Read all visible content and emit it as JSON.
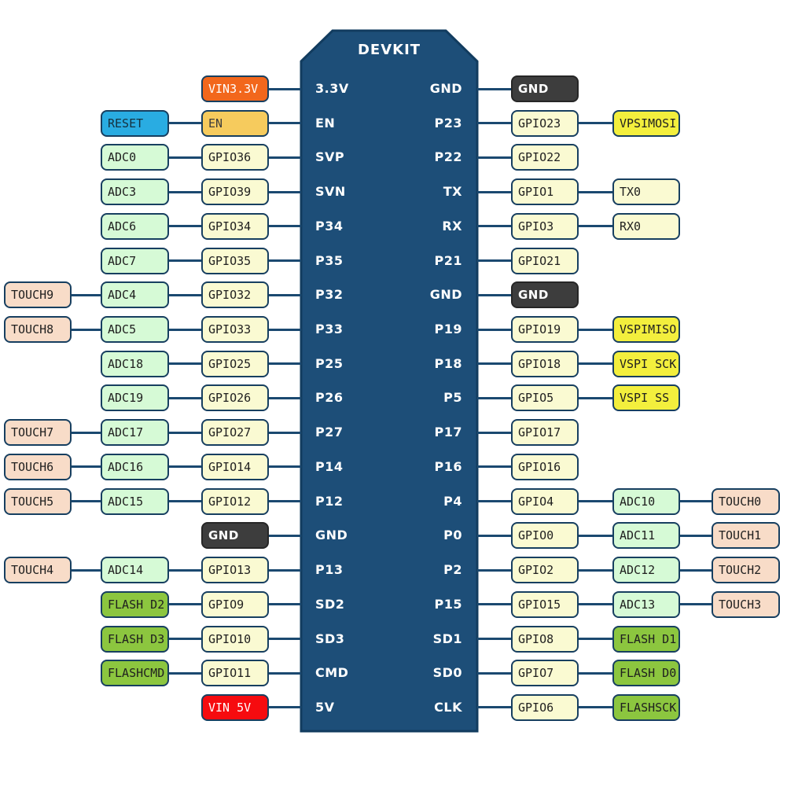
{
  "chip": {
    "title": "DEVKIT",
    "left_pins": [
      "3.3V",
      "EN",
      "SVP",
      "SVN",
      "P34",
      "P35",
      "P32",
      "P33",
      "P25",
      "P26",
      "P27",
      "P14",
      "P12",
      "GND",
      "P13",
      "SD2",
      "SD3",
      "CMD",
      "5V"
    ],
    "right_pins": [
      "GND",
      "P23",
      "P22",
      "TX",
      "RX",
      "P21",
      "GND",
      "P19",
      "P18",
      "P5",
      "P17",
      "P16",
      "P4",
      "P0",
      "P2",
      "P15",
      "SD1",
      "SD0",
      "CLK"
    ]
  },
  "left_rows": [
    [
      null,
      null,
      [
        "VIN3.3V",
        "power33"
      ]
    ],
    [
      null,
      [
        "RESET",
        "reset"
      ],
      [
        "EN",
        "en"
      ]
    ],
    [
      null,
      [
        "ADC0",
        "adc"
      ],
      [
        "GPIO36",
        "gpio"
      ]
    ],
    [
      null,
      [
        "ADC3",
        "adc"
      ],
      [
        "GPIO39",
        "gpio"
      ]
    ],
    [
      null,
      [
        "ADC6",
        "adc"
      ],
      [
        "GPIO34",
        "gpio"
      ]
    ],
    [
      null,
      [
        "ADC7",
        "adc"
      ],
      [
        "GPIO35",
        "gpio"
      ]
    ],
    [
      [
        "TOUCH9",
        "touch"
      ],
      [
        "ADC4",
        "adc"
      ],
      [
        "GPIO32",
        "gpio"
      ]
    ],
    [
      [
        "TOUCH8",
        "touch"
      ],
      [
        "ADC5",
        "adc"
      ],
      [
        "GPIO33",
        "gpio"
      ]
    ],
    [
      null,
      [
        "ADC18",
        "adc"
      ],
      [
        "GPIO25",
        "gpio"
      ]
    ],
    [
      null,
      [
        "ADC19",
        "adc"
      ],
      [
        "GPIO26",
        "gpio"
      ]
    ],
    [
      [
        "TOUCH7",
        "touch"
      ],
      [
        "ADC17",
        "adc"
      ],
      [
        "GPIO27",
        "gpio"
      ]
    ],
    [
      [
        "TOUCH6",
        "touch"
      ],
      [
        "ADC16",
        "adc"
      ],
      [
        "GPIO14",
        "gpio"
      ]
    ],
    [
      [
        "TOUCH5",
        "touch"
      ],
      [
        "ADC15",
        "adc"
      ],
      [
        "GPIO12",
        "gpio"
      ]
    ],
    [
      null,
      null,
      [
        "GND",
        "gnd"
      ]
    ],
    [
      [
        "TOUCH4",
        "touch"
      ],
      [
        "ADC14",
        "adc"
      ],
      [
        "GPIO13",
        "gpio"
      ]
    ],
    [
      null,
      [
        "FLASH D2",
        "flash"
      ],
      [
        "GPIO9",
        "gpio"
      ]
    ],
    [
      null,
      [
        "FLASH D3",
        "flash"
      ],
      [
        "GPIO10",
        "gpio"
      ]
    ],
    [
      null,
      [
        "FLASHCMD",
        "flash"
      ],
      [
        "GPIO11",
        "gpio"
      ]
    ],
    [
      null,
      null,
      [
        "VIN 5V",
        "power5"
      ]
    ]
  ],
  "right_rows": [
    [
      [
        "GND",
        "gnd"
      ]
    ],
    [
      [
        "GPIO23",
        "gpio"
      ],
      [
        "VPSIMOSI",
        "vspi"
      ]
    ],
    [
      [
        "GPIO22",
        "gpio"
      ]
    ],
    [
      [
        "GPIO1",
        "gpio"
      ],
      [
        "TX0",
        "gpio"
      ]
    ],
    [
      [
        "GPIO3",
        "gpio"
      ],
      [
        "RX0",
        "gpio"
      ]
    ],
    [
      [
        "GPIO21",
        "gpio"
      ]
    ],
    [
      [
        "GND",
        "gnd"
      ]
    ],
    [
      [
        "GPIO19",
        "gpio"
      ],
      [
        "VSPIMISO",
        "vspi"
      ]
    ],
    [
      [
        "GPIO18",
        "gpio"
      ],
      [
        "VSPI SCK",
        "vspi"
      ]
    ],
    [
      [
        "GPIO5",
        "gpio"
      ],
      [
        "VSPI SS",
        "vspi"
      ]
    ],
    [
      [
        "GPIO17",
        "gpio"
      ]
    ],
    [
      [
        "GPIO16",
        "gpio"
      ]
    ],
    [
      [
        "GPIO4",
        "gpio"
      ],
      [
        "ADC10",
        "adc"
      ],
      [
        "TOUCH0",
        "touch"
      ]
    ],
    [
      [
        "GPIO0",
        "gpio"
      ],
      [
        "ADC11",
        "adc"
      ],
      [
        "TOUCH1",
        "touch"
      ]
    ],
    [
      [
        "GPIO2",
        "gpio"
      ],
      [
        "ADC12",
        "adc"
      ],
      [
        "TOUCH2",
        "touch"
      ]
    ],
    [
      [
        "GPIO15",
        "gpio"
      ],
      [
        "ADC13",
        "adc"
      ],
      [
        "TOUCH3",
        "touch"
      ]
    ],
    [
      [
        "GPIO8",
        "gpio"
      ],
      [
        "FLASH D1",
        "flash"
      ]
    ],
    [
      [
        "GPIO7",
        "gpio"
      ],
      [
        "FLASH D0",
        "flash"
      ]
    ],
    [
      [
        "GPIO6",
        "gpio"
      ],
      [
        "FLASHSCK",
        "flash"
      ]
    ]
  ],
  "palette": {
    "power33": {
      "bg": "#F2671C",
      "border": "#173F60",
      "text": "#FFFFFF"
    },
    "power5": {
      "bg": "#F60B0F",
      "border": "#173F60",
      "text": "#FFFFFF"
    },
    "reset": {
      "bg": "#29ACE2",
      "border": "#173F60",
      "text": "#15303E"
    },
    "en": {
      "bg": "#F6CB5D",
      "border": "#173F60",
      "text": "#3D3D3D"
    },
    "adc": {
      "bg": "#D6FAD6",
      "border": "#173F60",
      "text": "#1F1F1F"
    },
    "gpio": {
      "bg": "#FAFAD2",
      "border": "#173F60",
      "text": "#1F1F1F"
    },
    "touch": {
      "bg": "#F8DCC8",
      "border": "#173F60",
      "text": "#1F1F1F"
    },
    "gnd": {
      "bg": "#3D3D3D",
      "border": "#262626",
      "text": "#FFFFFF"
    },
    "vspi": {
      "bg": "#F3EF3D",
      "border": "#173F60",
      "text": "#1F1F1F"
    },
    "flash": {
      "bg": "#8CC63F",
      "border": "#173F60",
      "text": "#1F1F1F"
    },
    "chip": {
      "bg": "#1D4E78",
      "border": "#123C5F",
      "text": "#FFFFFF"
    },
    "line": "#1B4970"
  }
}
